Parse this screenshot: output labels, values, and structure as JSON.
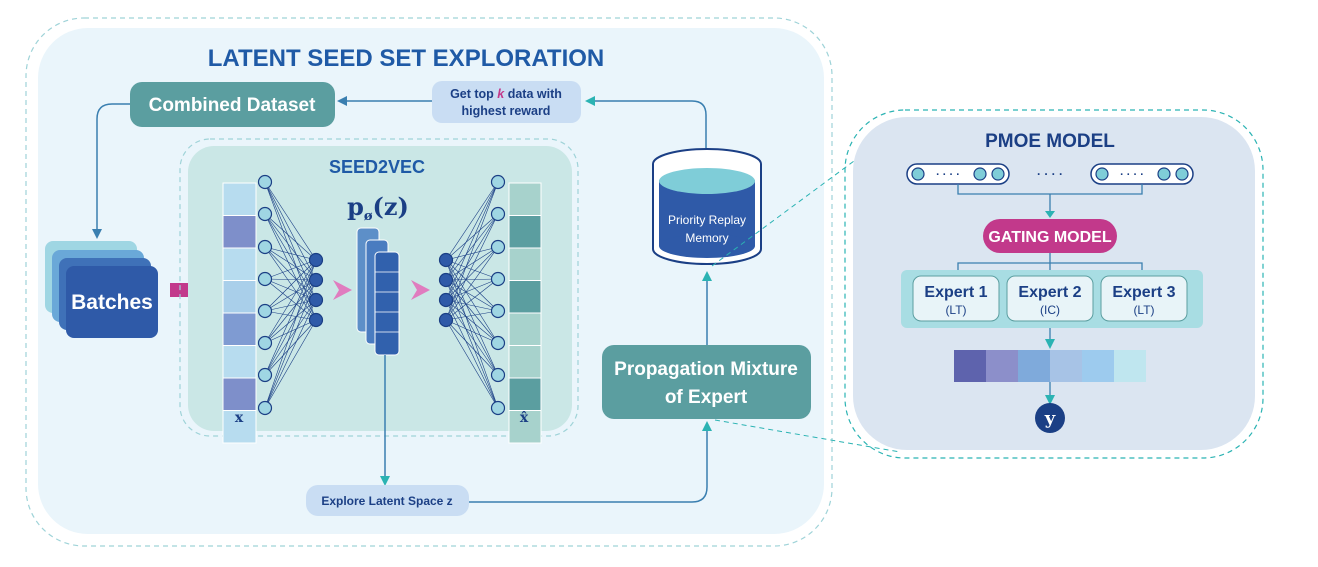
{
  "main_panel": {
    "title": "LATENT SEED SET EXPLORATION"
  },
  "combined_dataset": {
    "label": "Combined Dataset"
  },
  "topk": {
    "line1_pre": "Get top ",
    "k": "k",
    "line1_post": " data with",
    "line2": "highest reward"
  },
  "batches": {
    "label": "Batches"
  },
  "seed2vec": {
    "title": "SEED2VEC",
    "latent_main": "p",
    "latent_sub": "ø",
    "latent_arg": "(z)",
    "x_label": "x",
    "xhat_label": "x̂"
  },
  "replay": {
    "line1": "Priority Replay",
    "line2": "Memory"
  },
  "pmoe_box": {
    "line1": "Propagation Mixture",
    "line2": "of Expert"
  },
  "explore": {
    "label": "Explore Latent Space z"
  },
  "pmoe_panel": {
    "title": "PMOE MODEL",
    "ellipsis": "· · · ·",
    "gating": "GATING MODEL",
    "experts": [
      {
        "name": "Expert 1",
        "type": "(LT)"
      },
      {
        "name": "Expert 2",
        "type": "(IC)"
      },
      {
        "name": "Expert 3",
        "type": "(LT)"
      }
    ],
    "output": "y",
    "colors": [
      "#5e63ad",
      "#8c8fca",
      "#7faadb",
      "#a7c3e6",
      "#9dcbee",
      "#bfe6ef"
    ]
  },
  "colors": {
    "teal": "#5b9ea0",
    "dark_blue": "#1b3f85",
    "title_blue": "#1f5aa6",
    "magenta": "#c2398b",
    "arrow_teal": "#2bb3b3",
    "batches_blue": "#2f5aa8"
  }
}
